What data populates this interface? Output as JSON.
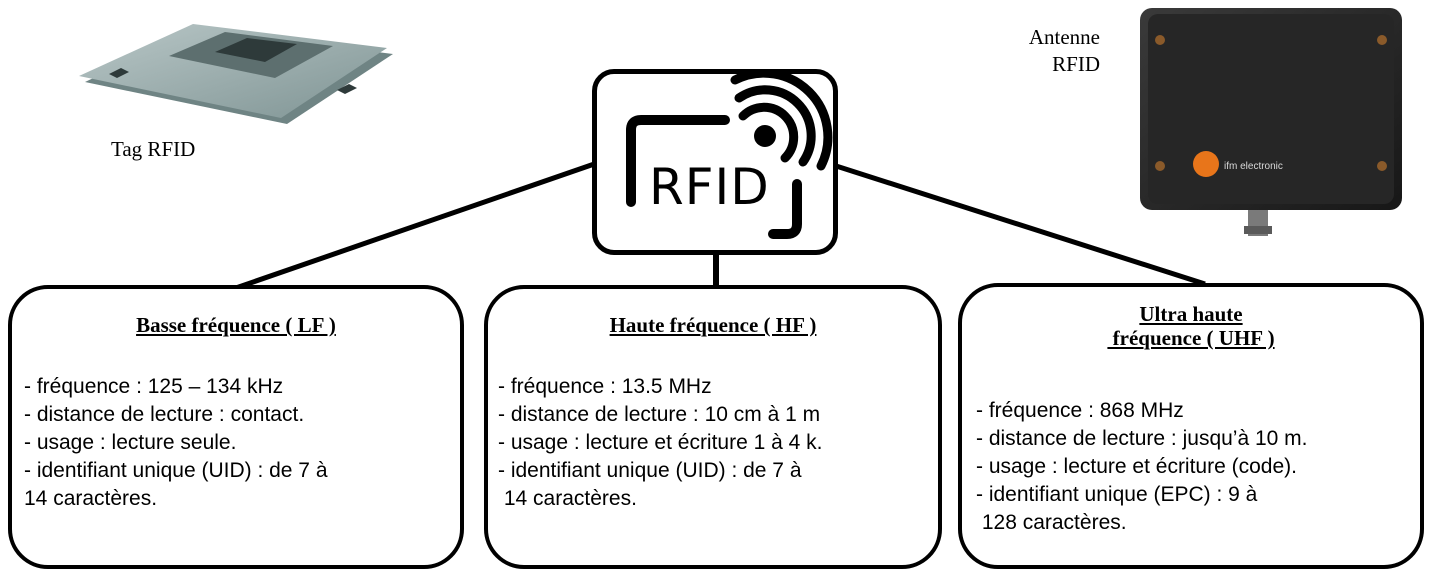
{
  "captions": {
    "tag": "Tag RFID",
    "antenna_line1": "Antenne",
    "antenna_line2": "RFID"
  },
  "center_logo": {
    "text": "RFID",
    "icon": "rfid-wireless-tag-icon"
  },
  "pictures": {
    "tag": "rfid-tag-device",
    "antenna": "rfid-antenna-device",
    "antenna_brand": "ifm electronic"
  },
  "boxes": [
    {
      "title_lines": [
        "Basse fréquence ( LF )"
      ],
      "lines": [
        "- fréquence : 125 – 134 kHz",
        "- distance de lecture : contact.",
        "- usage : lecture seule.",
        "- identifiant unique (UID) : de 7 à",
        "14 caractères."
      ]
    },
    {
      "title_lines": [
        "Haute fréquence ( HF )"
      ],
      "lines": [
        "- fréquence : 13.5 MHz",
        "- distance de lecture : 10 cm à 1 m",
        "- usage : lecture et écriture 1 à 4 k.",
        "- identifiant unique (UID) : de 7 à",
        " 14 caractères."
      ]
    },
    {
      "title_lines": [
        "Ultra haute",
        " fréquence ( UHF )"
      ],
      "lines": [
        "- fréquence : 868 MHz",
        "- distance de lecture : jusqu’à 10 m.",
        "- usage : lecture et écriture (code).",
        "- identifiant unique (EPC) : 9 à",
        " 128 caractères."
      ]
    }
  ],
  "colors": {
    "tag_body": "#8fa3a3",
    "antenna_body": "#2a2a2a",
    "antenna_logo": "#e8751a"
  }
}
